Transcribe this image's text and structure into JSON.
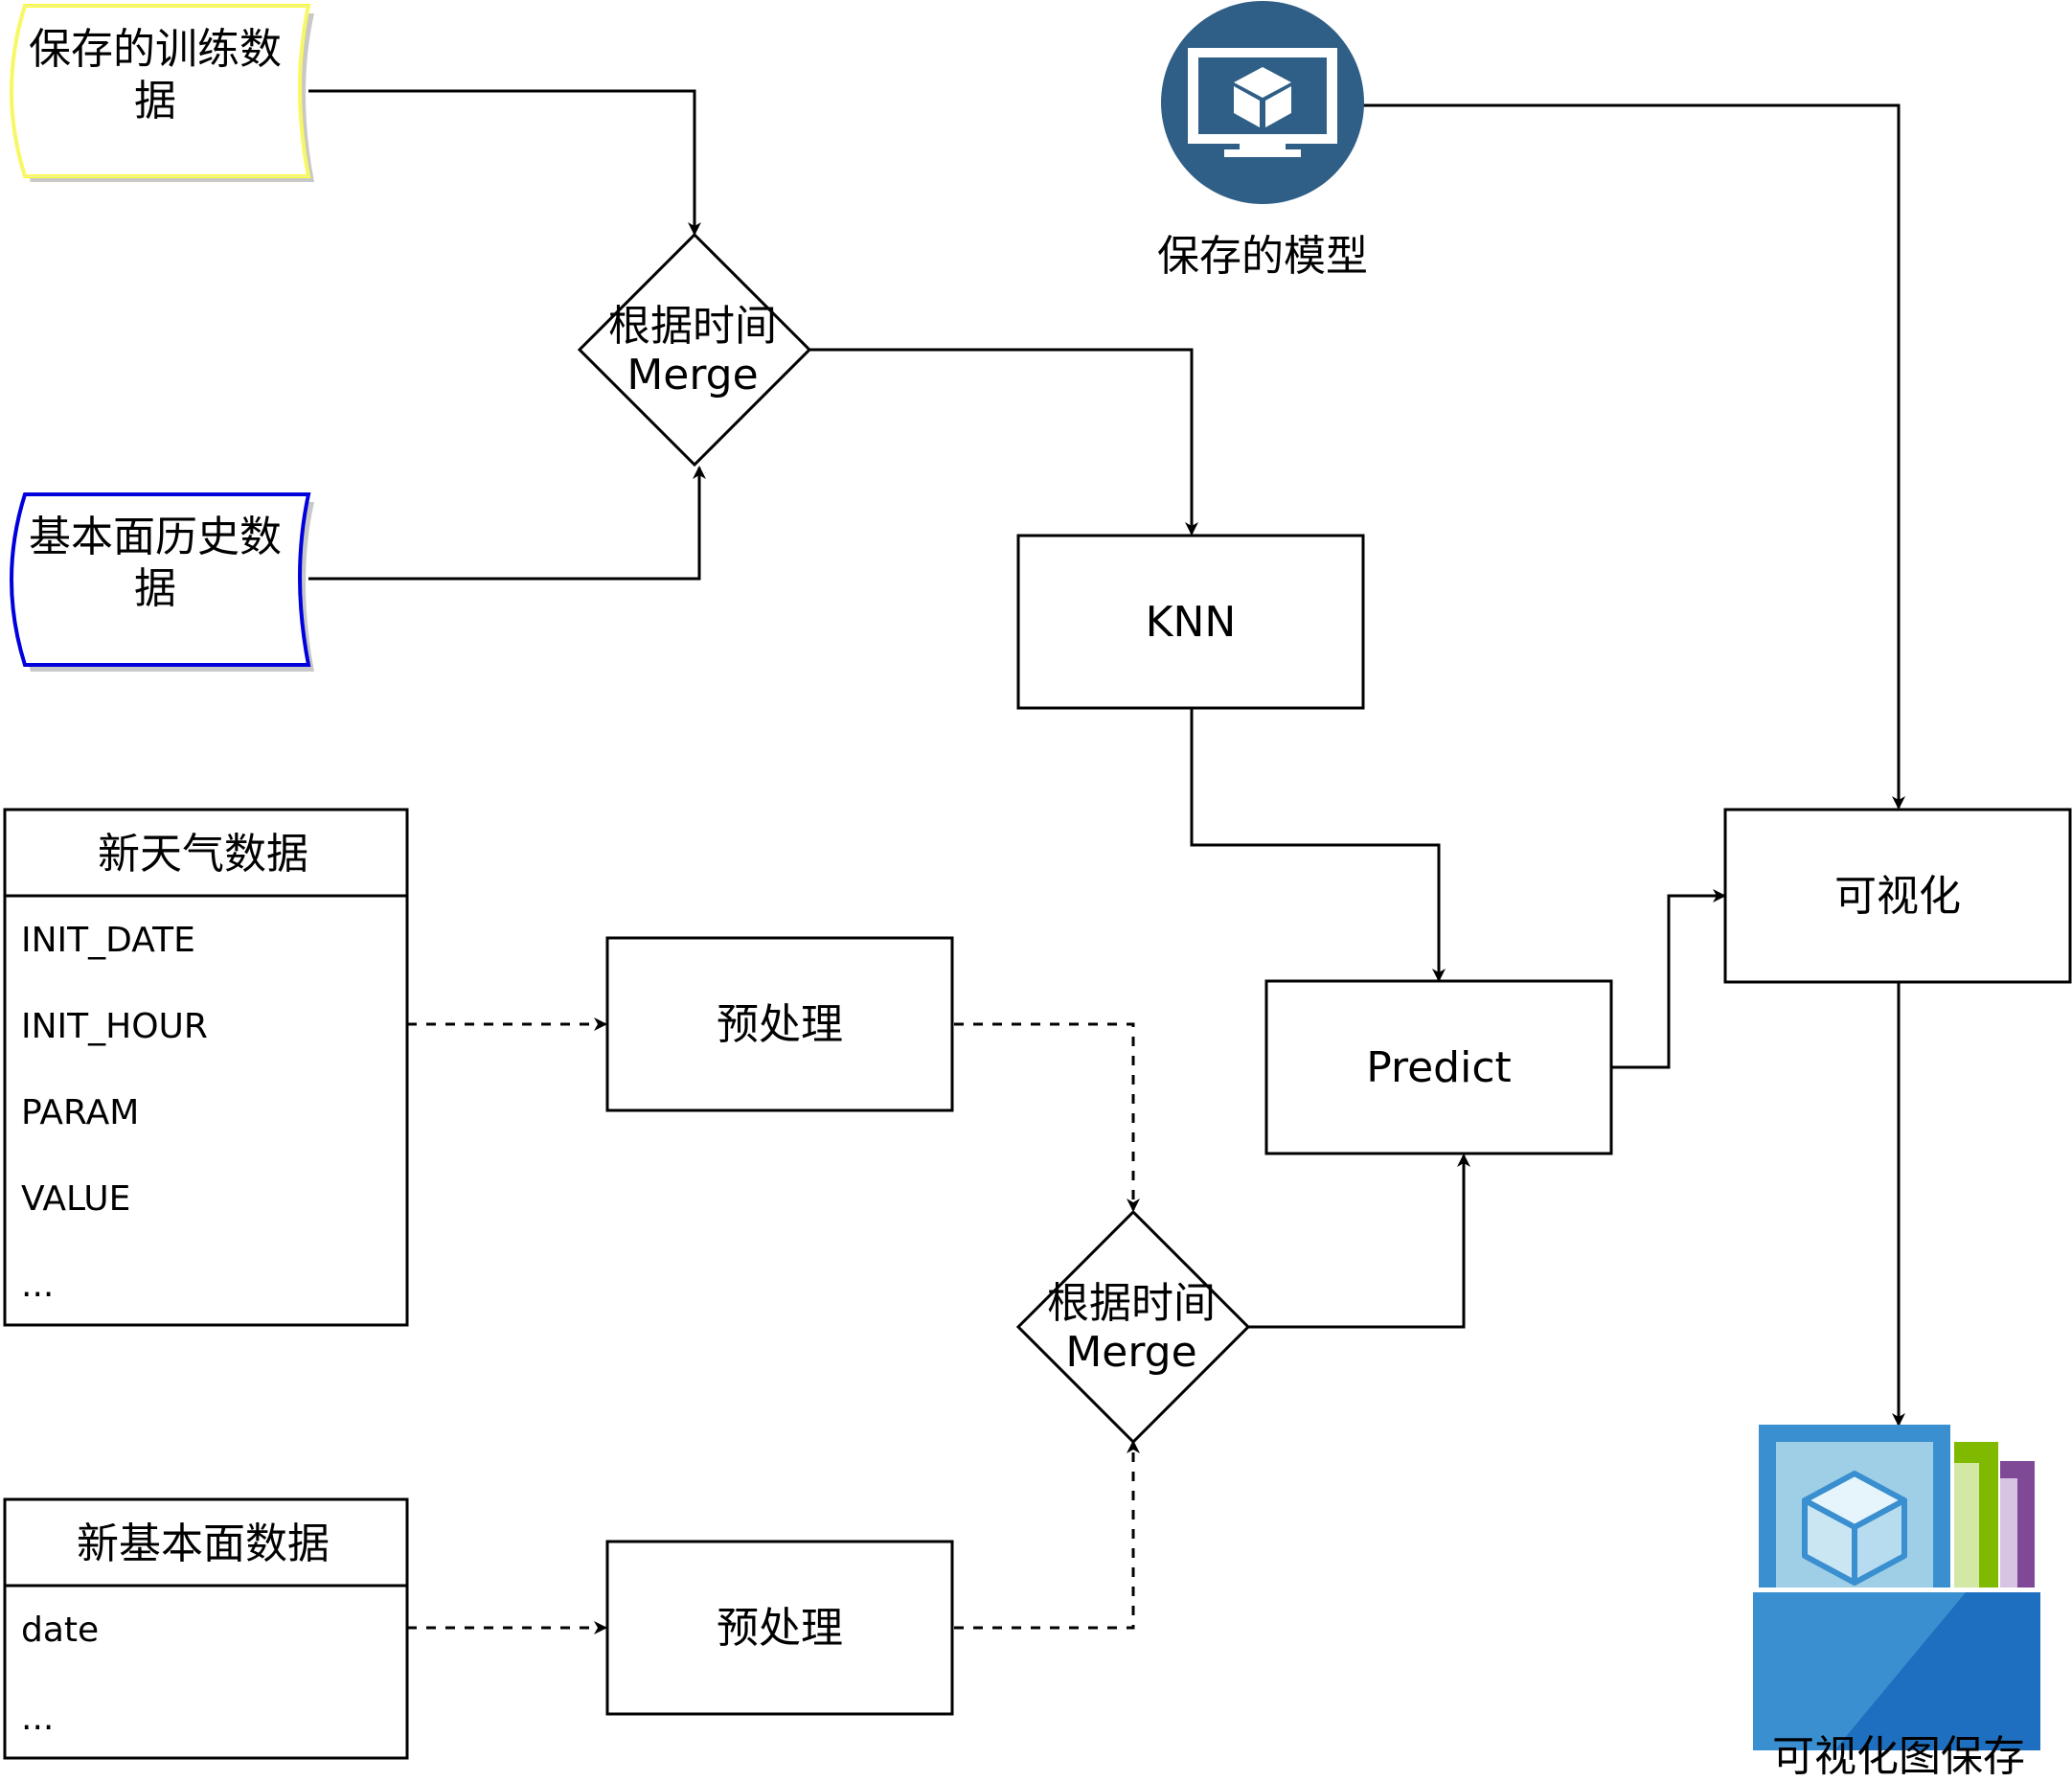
{
  "nodes": {
    "saved_training_data": {
      "line1": "保存的训练数",
      "line2": "据"
    },
    "fundamental_history": {
      "line1": "基本面历史数",
      "line2": "据"
    },
    "merge_top": {
      "line1": "根据时间",
      "line2": "Merge"
    },
    "saved_model": {
      "label": "保存的模型"
    },
    "knn": {
      "label": "KNN"
    },
    "visualize": {
      "label": "可视化"
    },
    "predict": {
      "label": "Predict"
    },
    "preprocess_top": {
      "label": "预处理"
    },
    "preprocess_bottom": {
      "label": "预处理"
    },
    "merge_bottom": {
      "line1": "根据时间",
      "line2": "Merge"
    },
    "visual_save": {
      "label": "可视化图保存"
    }
  },
  "tables": {
    "new_weather": {
      "title": "新天气数据",
      "fields": [
        "INIT_DATE",
        "INIT_HOUR",
        "PARAM",
        "VALUE",
        "..."
      ]
    },
    "new_fundamental": {
      "title": "新基本面数据",
      "fields": [
        "date",
        "..."
      ]
    }
  },
  "colors": {
    "training_data_border": "#ffff33",
    "history_data_border": "#0000dd",
    "model_icon_bg": "#2f5f86",
    "archive_blue": "#3a8fd0",
    "archive_green": "#7fba00",
    "archive_purple": "#804998"
  },
  "icons": {
    "saved_model": "monitor-cube-icon",
    "visual_save": "archive-cube-icon"
  }
}
